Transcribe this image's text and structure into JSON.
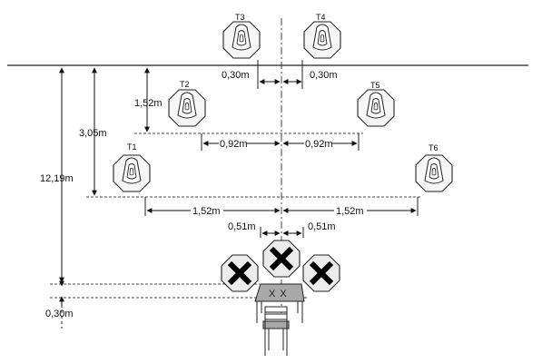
{
  "targets": {
    "t1": "T1",
    "t2": "T2",
    "t3": "T3",
    "t4": "T4",
    "t5": "T5",
    "t6": "T6"
  },
  "dimensions": {
    "t3_offset": "0,30m",
    "t4_offset": "0,30m",
    "t2_depth": "1,52m",
    "t1_depth": "3,05m",
    "total_depth": "12,19m",
    "t2_offset": "0,92m",
    "t5_offset": "0,92m",
    "t1_offset": "1,52m",
    "t6_offset": "1,52m",
    "left_stop_offset": "0,51m",
    "right_stop_offset": "0,51m",
    "table_gap": "0,30m"
  },
  "table": {
    "marks": "X X"
  }
}
